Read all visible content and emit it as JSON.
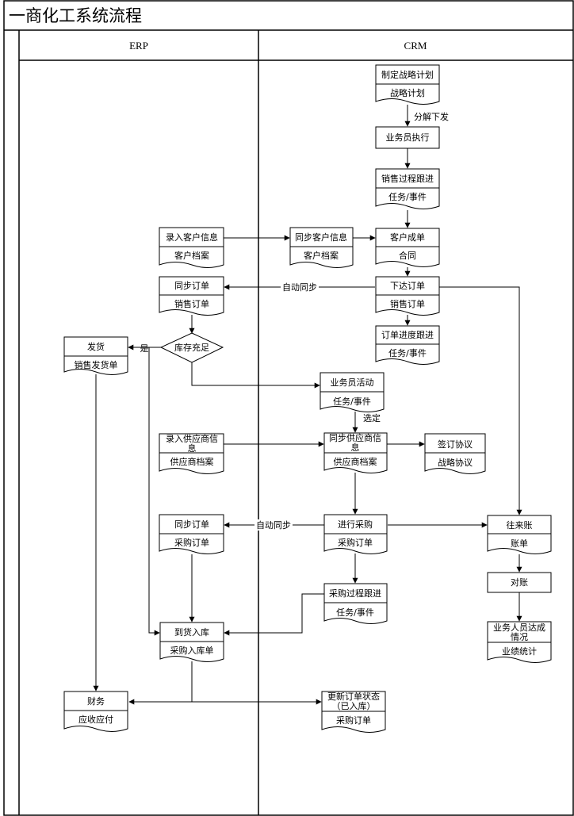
{
  "title": "一商化工系统流程",
  "lanes": {
    "left": "ERP",
    "right": "CRM"
  },
  "nodes": {
    "plan": {
      "top": "制定战略计划",
      "bottom": "战略计划"
    },
    "exec": {
      "label": "业务员执行"
    },
    "salestrack": {
      "top": "销售过程跟进",
      "bottom": "任务/事件"
    },
    "custinfo": {
      "top": "录入客户信息",
      "bottom": "客户档案"
    },
    "custsync": {
      "top": "同步客户信息",
      "bottom": "客户档案"
    },
    "custdeal": {
      "top": "客户成单",
      "bottom": "合同"
    },
    "syncorder1": {
      "top": "同步订单",
      "bottom": "销售订单"
    },
    "placeorder": {
      "top": "下达订单",
      "bottom": "销售订单"
    },
    "ordertrack": {
      "top": "订单进度跟进",
      "bottom": "任务/事件"
    },
    "ship": {
      "top": "发货",
      "bottom": "销售发货单"
    },
    "stock": {
      "label": "库存充足"
    },
    "activity": {
      "top": "业务员活动",
      "bottom": "任务/事件"
    },
    "supinfo": {
      "top1": "录入供应商信",
      "top2": "息",
      "bottom": "供应商档案"
    },
    "supsync": {
      "top1": "同步供应商信",
      "top2": "息",
      "bottom": "供应商档案"
    },
    "agree": {
      "top": "签订协议",
      "bottom": "战略协议"
    },
    "syncorder2": {
      "top": "同步订单",
      "bottom": "采购订单"
    },
    "purchase": {
      "top": "进行采购",
      "bottom": "采购订单"
    },
    "account": {
      "top": "往来账",
      "bottom": "账单"
    },
    "reconcile": {
      "label": "对账"
    },
    "purtrack": {
      "top": "采购过程跟进",
      "bottom": "任务/事件"
    },
    "stockin": {
      "top": "到货入库",
      "bottom": "采购入库单"
    },
    "perf": {
      "top1": "业务人员达成",
      "top2": "情况",
      "bottom": "业绩统计"
    },
    "finance": {
      "top": "财务",
      "bottom": "应收应付"
    },
    "update": {
      "top1": "更新订单状态",
      "top2": "（已入库）",
      "bottom": "采购订单"
    }
  },
  "edge_labels": {
    "decompose": "分解下发",
    "autosync1": "自动同步",
    "yes": "是",
    "select": "选定",
    "autosync2": "自动同步"
  }
}
